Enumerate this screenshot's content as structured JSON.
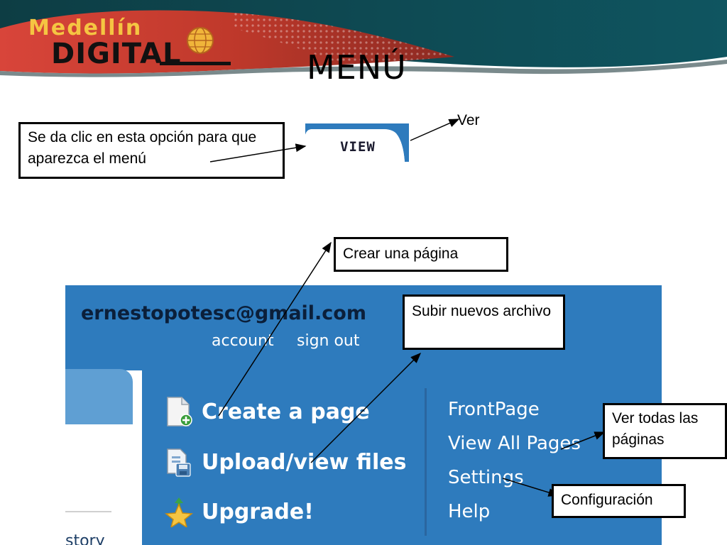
{
  "header": {
    "logo_line1": "Medellín",
    "logo_line2": "DIGITAL",
    "page_title": "MENÚ"
  },
  "callouts": {
    "click_instruction": "Se da clic en esta opción para que aparezca el menú",
    "view_label": "Ver",
    "create_page": "Crear una página",
    "upload_files": "Subir nuevos archivo",
    "view_all_pages": "Ver todas las páginas",
    "settings": "Configuración"
  },
  "view_tab": {
    "label": "VIEW"
  },
  "menu": {
    "email": "ernestopotesc@gmail.com",
    "account_link": "account",
    "signout_link": "sign out",
    "actions": [
      {
        "label": "Create a page",
        "icon": "new-page-icon"
      },
      {
        "label": "Upload/view files",
        "icon": "upload-files-icon"
      },
      {
        "label": "Upgrade!",
        "icon": "star-icon"
      }
    ],
    "nav_links": [
      "FrontPage",
      "View All Pages",
      "Settings",
      "Help"
    ],
    "left_partial_text": "story"
  },
  "colors": {
    "panel_blue": "#2e7bbd",
    "banner_red": "#c0392b",
    "banner_teal": "#0e4a52",
    "logo_gold": "#f5c542"
  }
}
